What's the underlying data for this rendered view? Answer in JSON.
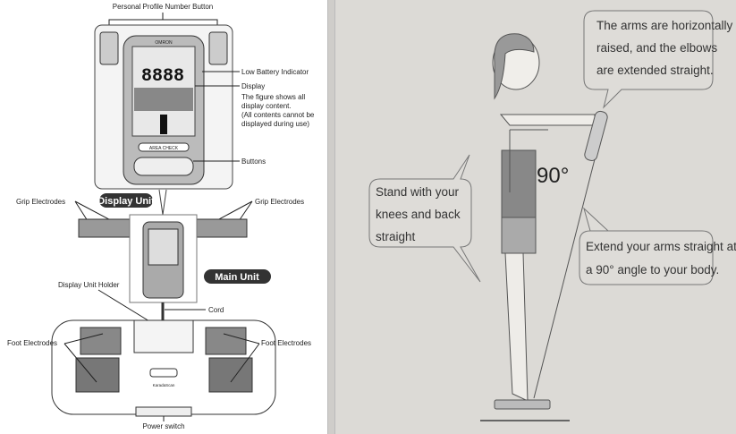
{
  "left_panel": {
    "profile_button_label": "Personal Profile Number Button",
    "low_battery_label": "Low Battery Indicator",
    "display_label": "Display",
    "display_note": [
      "The figure shows all",
      "display content.",
      "(All contents cannot be",
      "displayed during use)"
    ],
    "buttons_label": "Buttons",
    "display_unit_badge": "Display Unit",
    "main_unit_badge": "Main Unit",
    "grip_left": "Grip Electrodes",
    "grip_right": "Grip Electrodes",
    "display_holder_label": "Display Unit Holder",
    "cord_label": "Cord",
    "foot_left": "Foot Electrodes",
    "foot_right": "Foot Electrodes",
    "power_switch_label": "Power switch",
    "brand": "OMRON",
    "lcd_digits": "8888",
    "area_check": "AREA CHECK",
    "scale_brand": "KaradaScan"
  },
  "right_panel": {
    "top_bubble": [
      "The arms are horizontally",
      "raised, and the elbows",
      "are extended straight."
    ],
    "left_bubble": [
      "Stand with your",
      "knees and back",
      "straight"
    ],
    "right_bubble": [
      "Extend your arms straight at",
      "a 90° angle to your body."
    ],
    "angle_label": "90°"
  }
}
